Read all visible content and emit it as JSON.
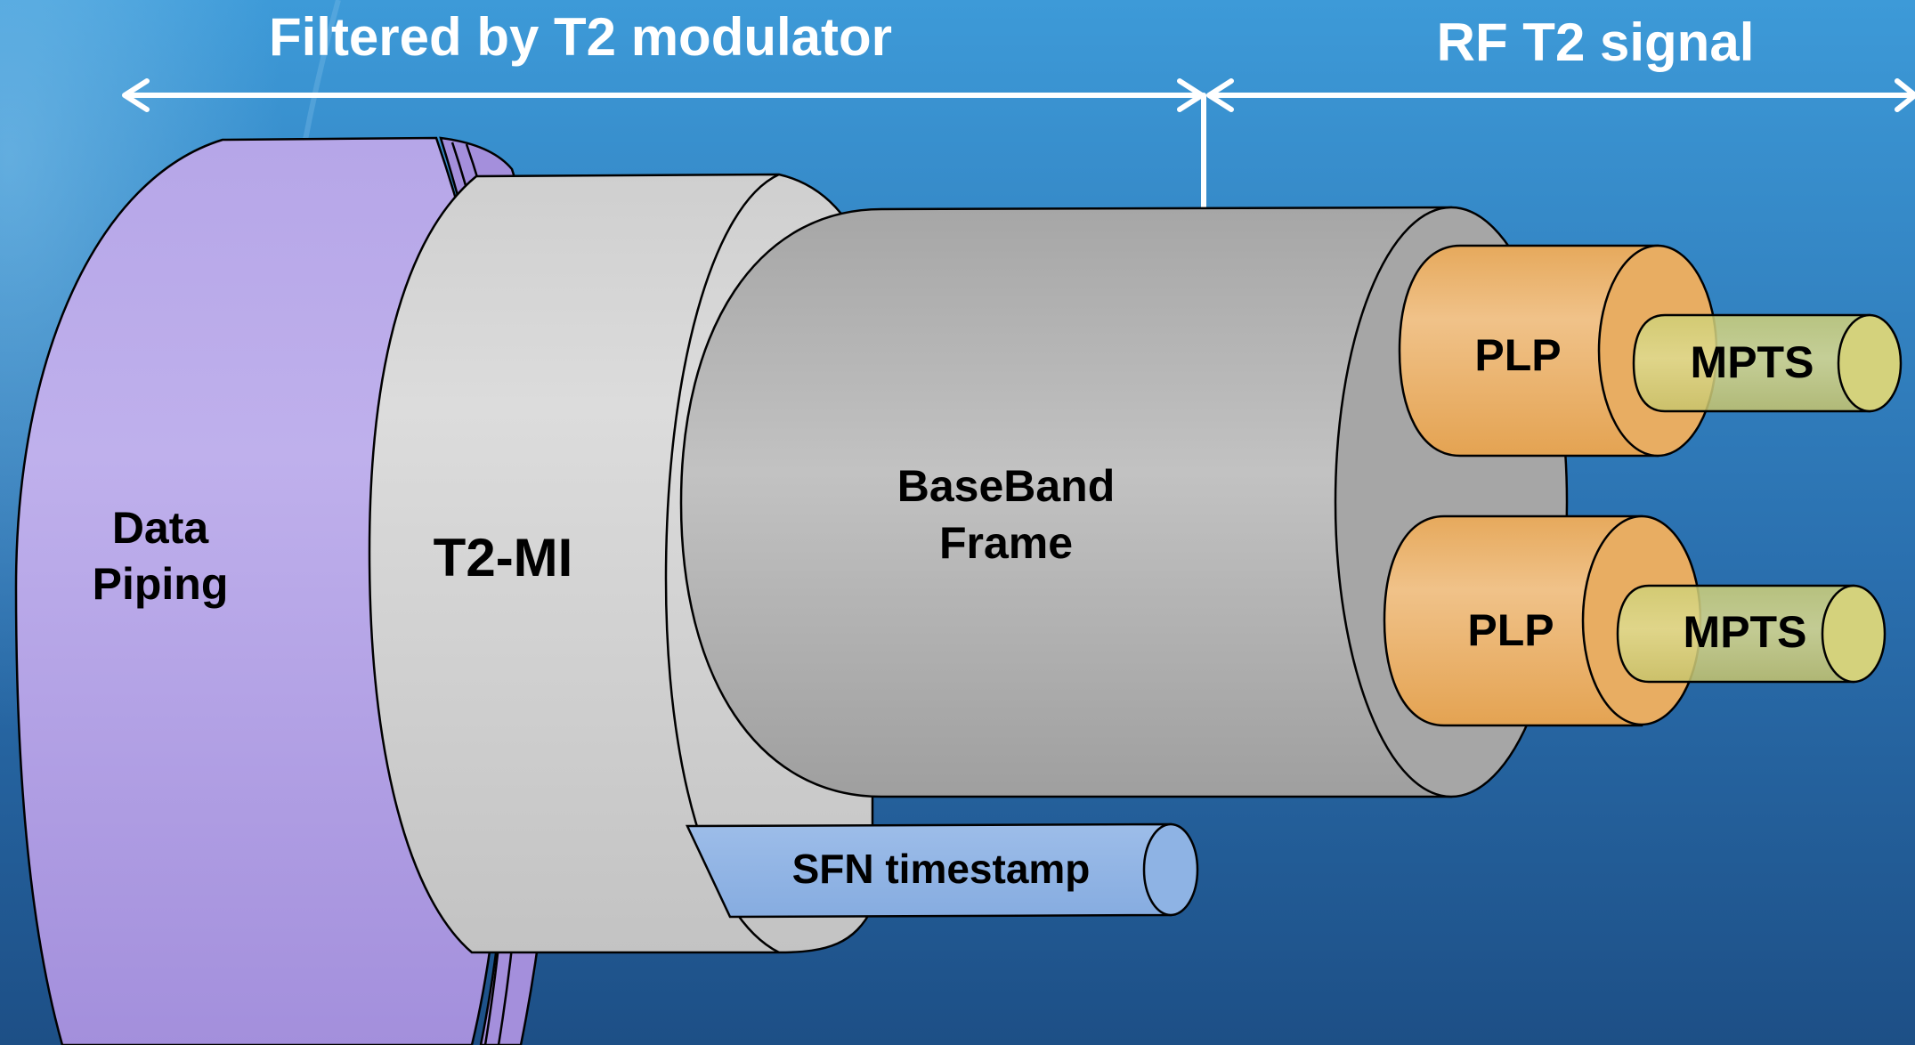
{
  "header": {
    "left_label": "Filtered by T2 modulator",
    "right_label": "RF T2 signal"
  },
  "layers": {
    "data_piping": {
      "line1": "Data",
      "line2": "Piping"
    },
    "t2mi": {
      "label": "T2-MI"
    },
    "baseband": {
      "line1": "BaseBand",
      "line2": "Frame"
    },
    "sfn": {
      "label": "SFN timestamp"
    },
    "plp_top": {
      "label": "PLP"
    },
    "plp_bottom": {
      "label": "PLP"
    },
    "mpts_top": {
      "label": "MPTS"
    },
    "mpts_bottom": {
      "label": "MPTS"
    }
  },
  "colors": {
    "background_top": "#3d9ad8",
    "background_bottom": "#1d4f86",
    "data_piping": "#a995e0",
    "t2mi": "#d3d3d3",
    "baseband": "#b4b4b4",
    "sfn": "#8eb3e4",
    "plp": "#ebb46e",
    "mpts": "#d4d27c"
  }
}
